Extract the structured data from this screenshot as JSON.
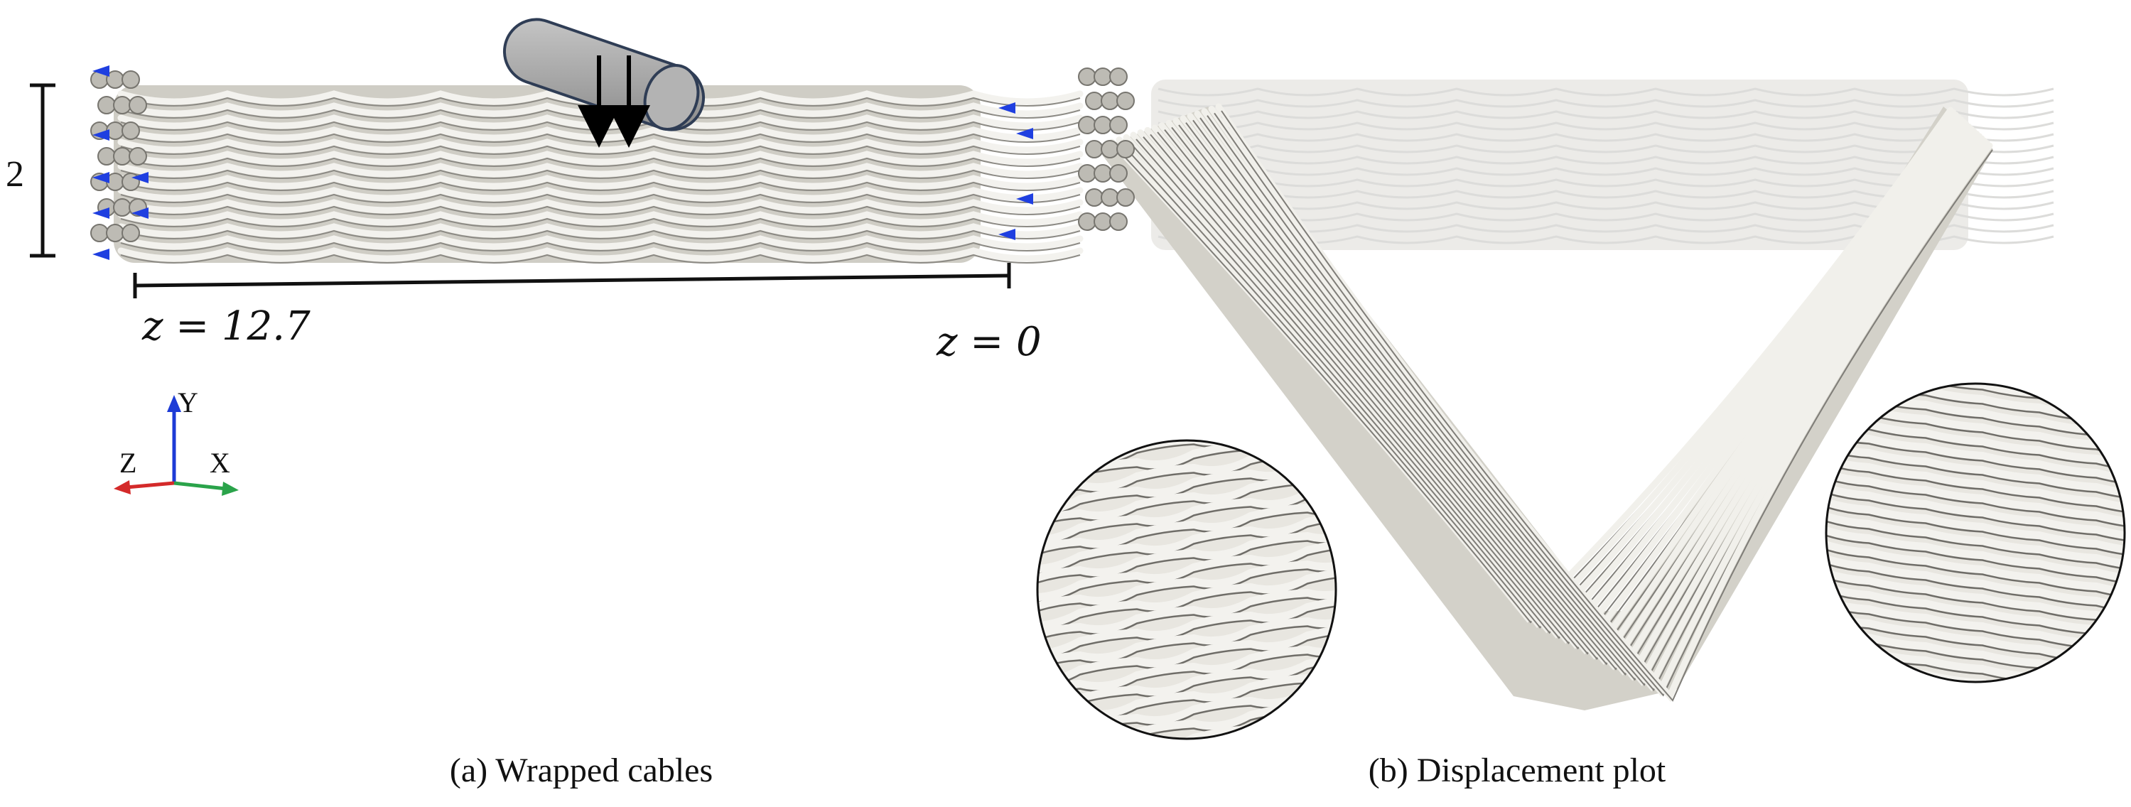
{
  "panel_a": {
    "caption": "(a) Wrapped cables",
    "height_label": "2",
    "z_left_label": "z = 12.7",
    "z_right_label": "z = 0",
    "axes": {
      "y": "Y",
      "z": "Z",
      "x": "X"
    }
  },
  "panel_b": {
    "caption": "(b) Displacement plot"
  },
  "colors": {
    "strand": "#d9d7d0",
    "strand_shadow": "#8a8984",
    "indenter": "#a8a8a8",
    "boundary_marker": "#1f3fe0",
    "axis_y": "#1d3bd6",
    "axis_z": "#d42a2a",
    "axis_x": "#2aa34a"
  }
}
